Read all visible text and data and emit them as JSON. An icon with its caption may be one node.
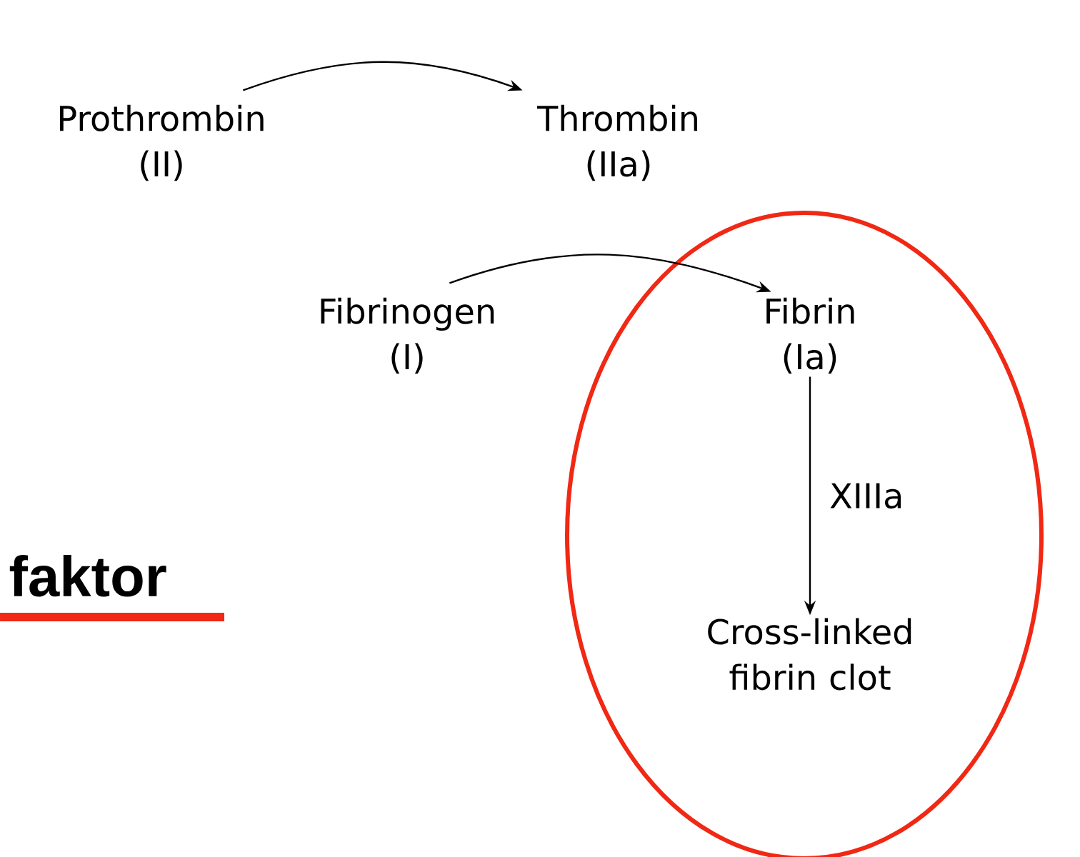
{
  "diagram": {
    "nodes": [
      {
        "text": [
          "Prothrombin (II)"
        ]
      },
      {
        "text": [
          "Thrombin (IIa)"
        ]
      },
      {
        "text": [
          "Fibrinogen (I)"
        ]
      },
      {
        "text": [],
        "shape": "ellipse"
      },
      {
        "text": [
          "Fibrin (Ia)"
        ],
        "in": 3
      },
      {
        "text": [
          "Cross-linked fibrin clot"
        ],
        "in": 3
      }
    ],
    "edges": [
      {
        "from": 0,
        "to": 1,
        "arrow": "to"
      },
      {
        "from": 2,
        "to": 4,
        "arrow": "to"
      },
      {
        "from": 4,
        "to": 5,
        "arrow": "to",
        "label": "XIIIa"
      }
    ],
    "labels": [
      "faktor"
    ]
  }
}
